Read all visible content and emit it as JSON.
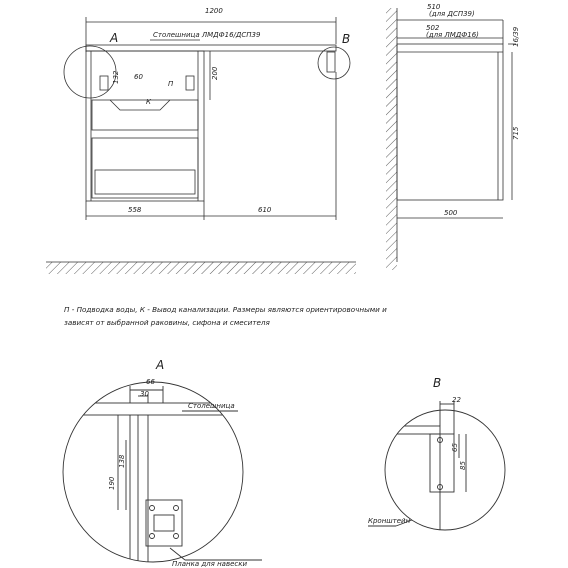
{
  "front_view": {
    "width_total": "1200",
    "countertop_label": "Столешница ЛМДФ16/ДСП39",
    "marker_a": "А",
    "marker_b": "В",
    "cabinet_width": "558",
    "right_span": "610",
    "height_200": "200",
    "dim_132": "132",
    "dim_60": "60",
    "label_k": "К",
    "label_p": "П"
  },
  "side_view": {
    "depth_dsp": "510",
    "depth_dsp_note": "(для ДСП39)",
    "depth_mdf": "502",
    "depth_mdf_note": "(для ЛМДФ16)",
    "thickness": "16/39",
    "height": "715",
    "bottom_depth": "500"
  },
  "note": {
    "line1": "П - Подводка воды, К - Вывод канализации. Размеры являются ориентировочными и",
    "line2": "зависят от выбранной раковины, сифона и смесителя"
  },
  "detail_a": {
    "title": "А",
    "dim_66": "66",
    "dim_30": "30",
    "countertop_label": "Столешница",
    "dim_190": "190",
    "dim_138": "138",
    "plank_label": "Планка для навески"
  },
  "detail_b": {
    "title": "В",
    "dim_22": "22",
    "dim_65": "65",
    "dim_85": "85",
    "bracket_label": "Кронштейн"
  }
}
